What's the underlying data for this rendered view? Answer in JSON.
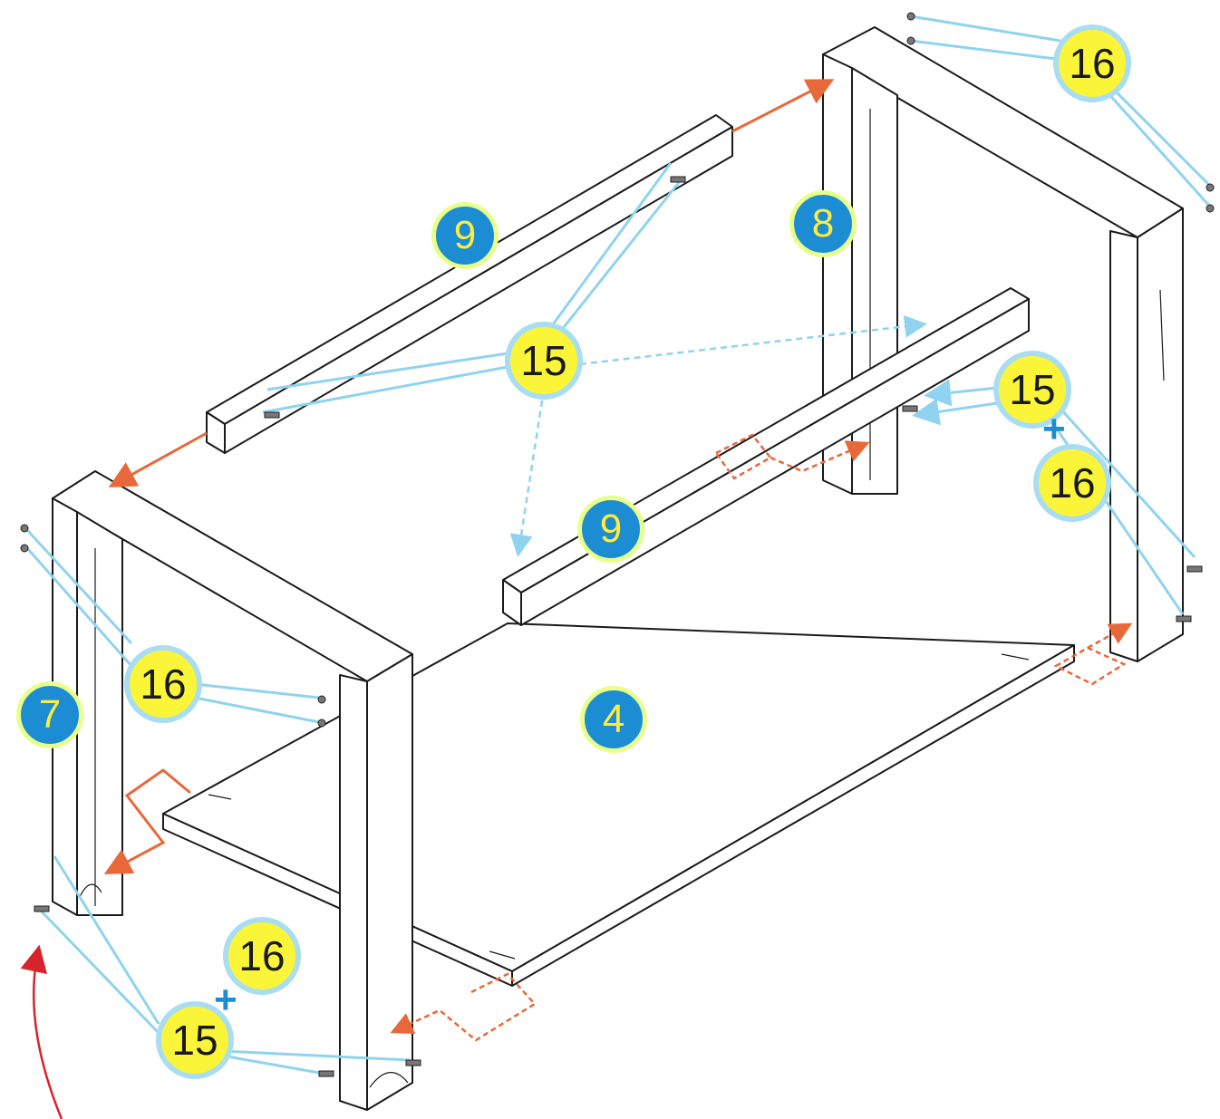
{
  "parts": {
    "part_4": "4",
    "part_7": "7",
    "part_8": "8",
    "part_9_top": "9",
    "part_9_front": "9",
    "hardware_15_center": "15",
    "hardware_15_right": "15",
    "hardware_15_bottom": "15",
    "hardware_16_top_right": "16",
    "hardware_16_right": "16",
    "hardware_16_left": "16",
    "hardware_16_bottom": "16"
  },
  "symbols": {
    "plus_right": "+",
    "plus_bottom": "+"
  },
  "colors": {
    "part_badge": "#1d8dd3",
    "hardware_badge": "#fbf53a",
    "leader_line": "#8fd3ef",
    "move_arrow": "#e8683a",
    "rotate_arrow": "#d6242b"
  }
}
